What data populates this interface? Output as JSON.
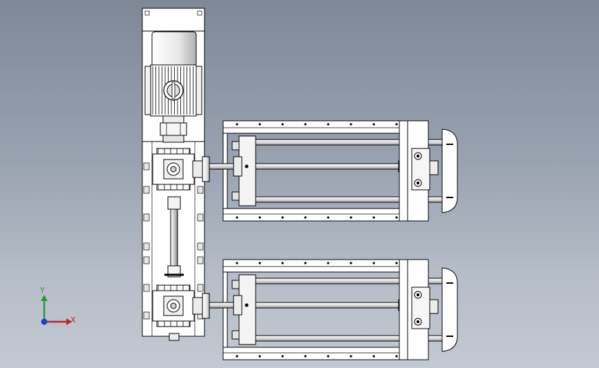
{
  "viewport": {
    "background_top": "#7f8897",
    "background_bottom": "#c3c9d2",
    "line_color": "#000000",
    "part_fill": "#ffffff",
    "shade_fill": "#d8d8d8"
  },
  "model": {
    "parts": [
      "electric-motor",
      "gear-reducer-upper",
      "gear-reducer-lower",
      "drive-shaft",
      "linear-actuator-upper",
      "linear-actuator-lower",
      "mounting-plate"
    ]
  },
  "triad": {
    "x_label": "X",
    "y_label": "Y",
    "x_color": "#c8202a",
    "y_color": "#2a9a2f",
    "z_color": "#2040c0"
  }
}
